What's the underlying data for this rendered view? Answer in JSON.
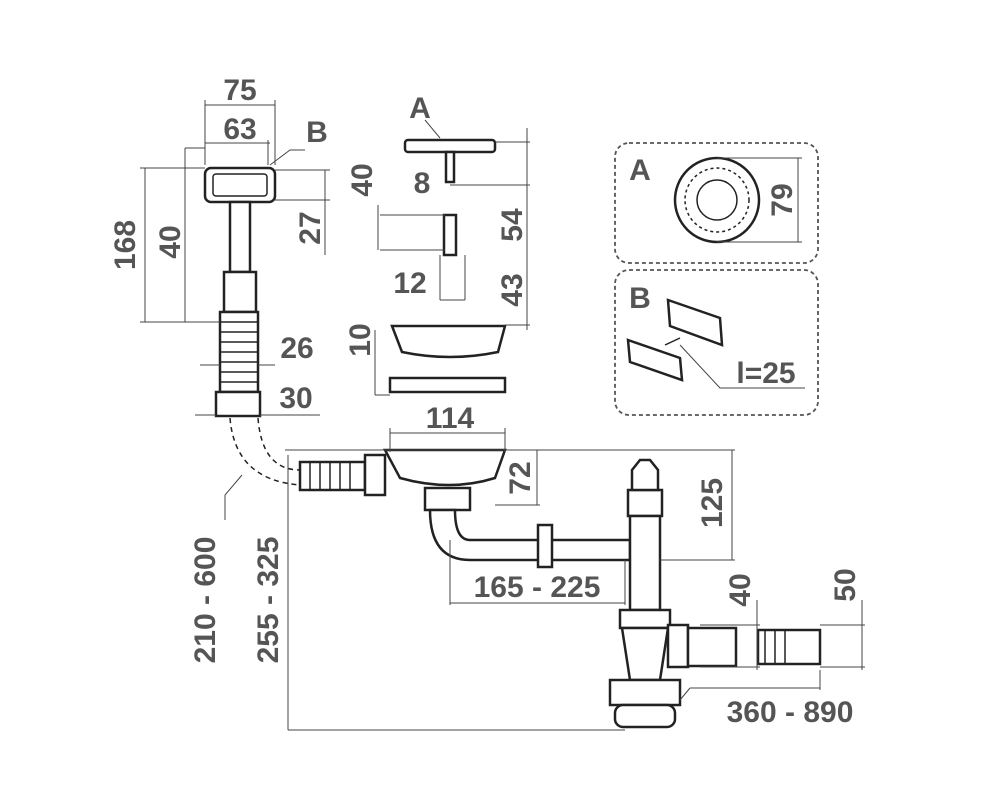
{
  "overflow": {
    "width_outer": "75",
    "width_inner": "63",
    "label": "B",
    "height_total": "168",
    "height_head": "40",
    "head_offset": "27",
    "hose_d1": "26",
    "hose_d2": "30"
  },
  "strainer": {
    "label": "A",
    "plug_height": "40",
    "stem_d": "8",
    "h_upper": "54",
    "screw_d": "12",
    "h_lower": "43",
    "basket_h": "10",
    "diameter": "114"
  },
  "trap": {
    "bowl_depth": "72",
    "riser_height": "125",
    "arm_length": "165 - 225",
    "overflow_hose": "210 - 600",
    "total_height": "255 - 325",
    "outlet_d1": "40",
    "outlet_d2": "50",
    "outlet_length": "360 - 890"
  },
  "detail_a": {
    "label": "A",
    "diameter": "79"
  },
  "detail_b": {
    "label": "B",
    "screw_length": "l=25"
  }
}
